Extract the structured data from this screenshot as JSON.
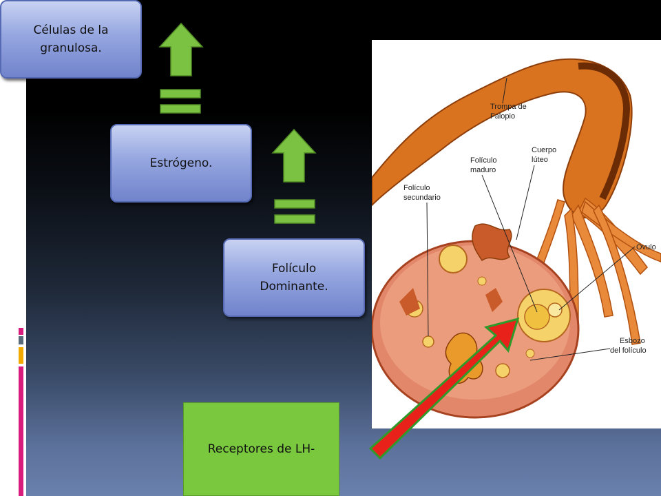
{
  "boxes": {
    "granulosa": "Células de la granulosa.",
    "estrogeno": "Estrógeno.",
    "foliculo_dominante": "Folículo Dominante.",
    "receptores": "Receptores de LH-"
  },
  "illustration": {
    "labels": {
      "trompa_1": "Trompa de",
      "trompa_2": "Falopio",
      "cuerpo_1": "Cuerpo",
      "cuerpo_2": "lúteo",
      "maduro_1": "Folículo",
      "maduro_2": "maduro",
      "secundario_1": "Folículo",
      "secundario_2": "secundario",
      "ovulo": "Óvulo",
      "esbozo_1": "Esbozo",
      "esbozo_2": "del folículo"
    }
  },
  "colors": {
    "arrow_green": "#7cc242",
    "box_blue": "#8d9fdc",
    "box_green": "#79c83e",
    "red_arrow": "#e8211b"
  },
  "icons": [
    "up-arrow-icon",
    "equals-icon",
    "red-diagonal-arrow-icon"
  ]
}
